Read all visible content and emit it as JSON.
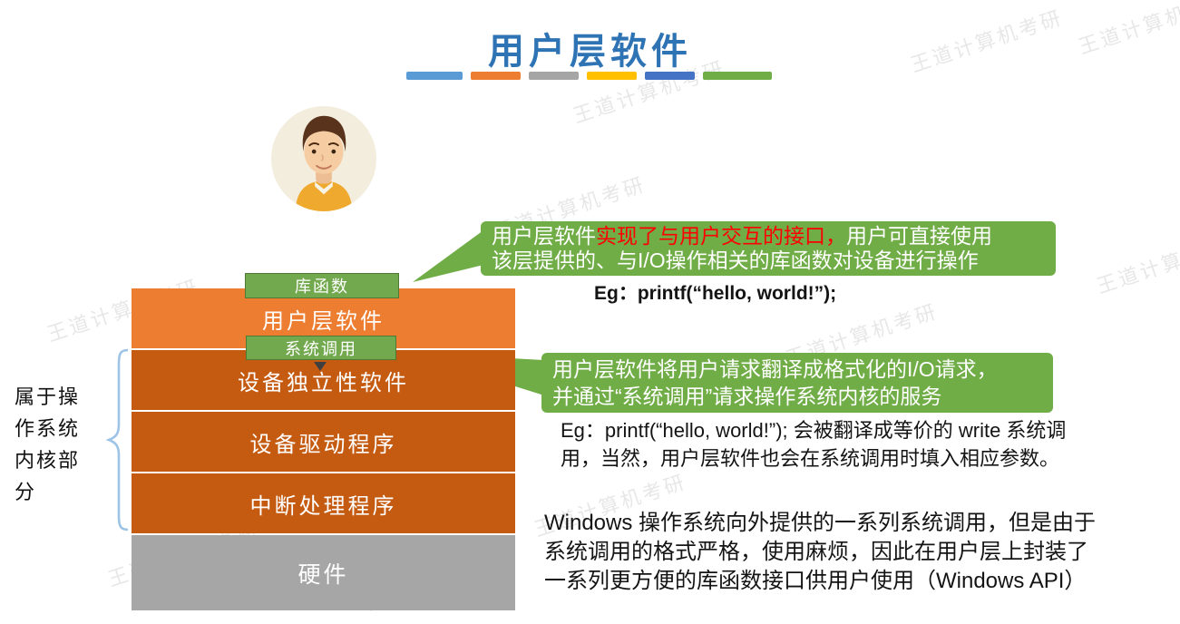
{
  "title": "用户层软件",
  "watermark_text": "王道计算机考研",
  "stack": {
    "side_label_lines": [
      "属于操",
      "作系统",
      "内核部",
      "分"
    ],
    "tags": {
      "library": "库函数",
      "syscall": "系统调用"
    },
    "layers": [
      {
        "label": "用户层软件"
      },
      {
        "label": "设备独立性软件"
      },
      {
        "label": "设备驱动程序"
      },
      {
        "label": "中断处理程序"
      },
      {
        "label": "硬件"
      }
    ]
  },
  "callout1": {
    "line1_pre": "用户层软件",
    "line1_highlight": "实现了与用户交互的接口，",
    "line1_post": "用户可直接使用",
    "line2": "该层提供的、与I/O操作相关的库函数对设备进行操作",
    "example": "Eg：printf(“hello, world!”);"
  },
  "callout2": {
    "line1": "用户层软件将用户请求翻译成格式化的I/O请求，",
    "line2": "并通过“系统调用”请求操作系统内核的服务",
    "example_line1": "Eg：printf(“hello, world!”); 会被翻译成等价的 write 系统调",
    "example_line2": "用，当然，用户层软件也会在系统调用时填入相应参数。"
  },
  "note": {
    "line1": "Windows 操作系统向外提供的一系列系统调用，但是由于",
    "line2": "系统调用的格式严格，使用麻烦，因此在用户层上封装了",
    "line3": "一系列更方便的库函数接口供用户使用（Windows API）"
  },
  "colors": {
    "title_blue": "#2E74B5",
    "highlight_red": "#FF0000",
    "callout_green": "#70AD47",
    "tag_green": "#73A94E",
    "tag_border_green": "#4E7A33",
    "user_layer_orange": "#ED7D31",
    "kernel_orange": "#C55A11",
    "hardware_gray": "#A6A6A6",
    "brace_blue": "#9DC3E6",
    "dashes": [
      "#5B9BD5",
      "#ED7D31",
      "#A5A5A5",
      "#FFC000",
      "#4472C4",
      "#70AD47"
    ]
  }
}
